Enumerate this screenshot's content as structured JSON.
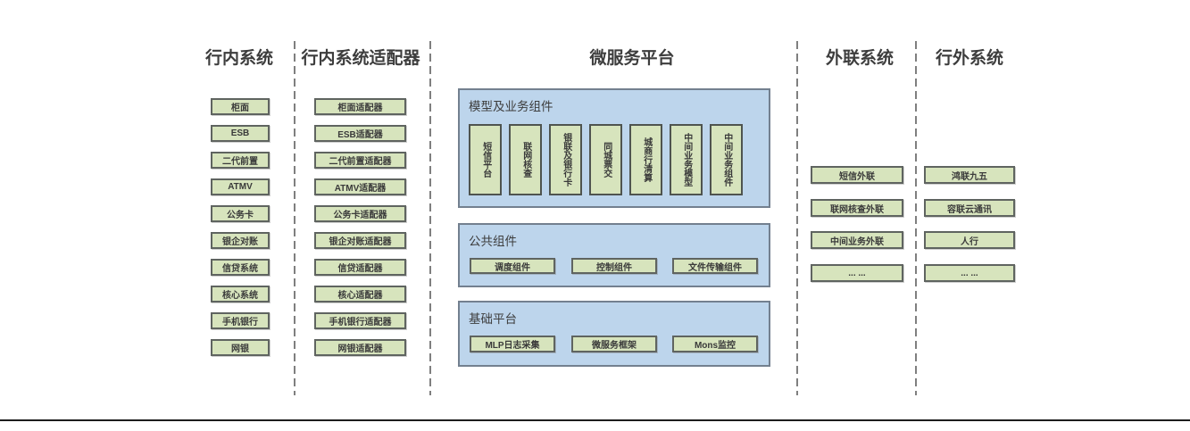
{
  "colors": {
    "green_box_fill": "#d7e4bd",
    "green_box_border": "#5f6460",
    "blue_panel_fill": "#bdd5ec",
    "blue_panel_border": "#73808f",
    "divider_gray": "#7f7f7f",
    "title_text": "#3d3d3d",
    "bottom_rule": "#1c1c1c"
  },
  "columns": [
    {
      "title": "行内系统",
      "items": [
        "柜面",
        "ESB",
        "二代前置",
        "ATMV",
        "公务卡",
        "银企对账",
        "信贷系统",
        "核心系统",
        "手机银行",
        "网银"
      ]
    },
    {
      "title": "行内系统适配器",
      "items": [
        "柜面适配器",
        "ESB适配器",
        "二代前置适配器",
        "ATMV适配器",
        "公务卡适配器",
        "银企对账适配器",
        "信贷适配器",
        "核心适配器",
        "手机银行适配器",
        "网银适配器"
      ]
    },
    {
      "title": "微服务平台",
      "groups": [
        {
          "title": "模型及业务组件",
          "items": [
            "短信平台",
            "联网核查",
            "银联及银行卡",
            "同城票交",
            "城商行清算",
            "中间业务模型",
            "中间业务组件"
          ]
        },
        {
          "title": "公共组件",
          "items": [
            "调度组件",
            "控制组件",
            "文件传输组件"
          ]
        },
        {
          "title": "基础平台",
          "items": [
            "MLP日志采集",
            "微服务框架",
            "Mons监控"
          ]
        }
      ]
    },
    {
      "title": "外联系统",
      "items": [
        "短信外联",
        "联网核查外联",
        "中间业务外联",
        "... ..."
      ]
    },
    {
      "title": "行外系统",
      "items": [
        "鸿联九五",
        "容联云通讯",
        "人行",
        "... ..."
      ]
    }
  ]
}
